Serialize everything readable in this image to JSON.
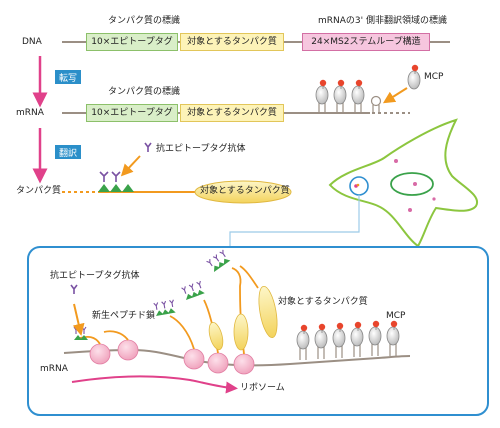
{
  "dna_row": {
    "label": "DNA",
    "header_tag": "タンパク質の標識",
    "header_3utr": "mRNAの3' 側非翻訳領域の標識",
    "box_tag": "10×エピトープタグ",
    "box_target": "対象とするタンパク質",
    "box_ms2": "24×MS2ステムループ構造"
  },
  "transcription": {
    "label": "転写"
  },
  "mrna_row": {
    "label": "mRNA",
    "header_tag": "タンパク質の標識",
    "box_tag": "10×エピトープタグ",
    "box_target": "対象とするタンパク質",
    "mcp_label": "MCP"
  },
  "translation": {
    "label": "翻訳"
  },
  "protein_row": {
    "label": "タンパク質",
    "antibody_label": "抗エピトープタグ抗体",
    "target_label": "対象とするタンパク質"
  },
  "detail": {
    "antibody_label": "抗エピトープタグ抗体",
    "nascent_label": "新生ペプチド鎖",
    "target_label": "対象とするタンパク質",
    "mcp_label": "MCP",
    "mrna_label": "mRNA",
    "ribosome_label": "リボソーム"
  },
  "colors": {
    "tag_green": "#d9eec8",
    "target_yellow": "#fdf3b8",
    "ms2_pink": "#f6c6de",
    "arrow_magenta": "#e0418a",
    "step_blue": "#2b8fc9",
    "panel_blue": "#2f8fd0",
    "cell_green": "#8cc63f",
    "orange": "#f29a1f"
  }
}
